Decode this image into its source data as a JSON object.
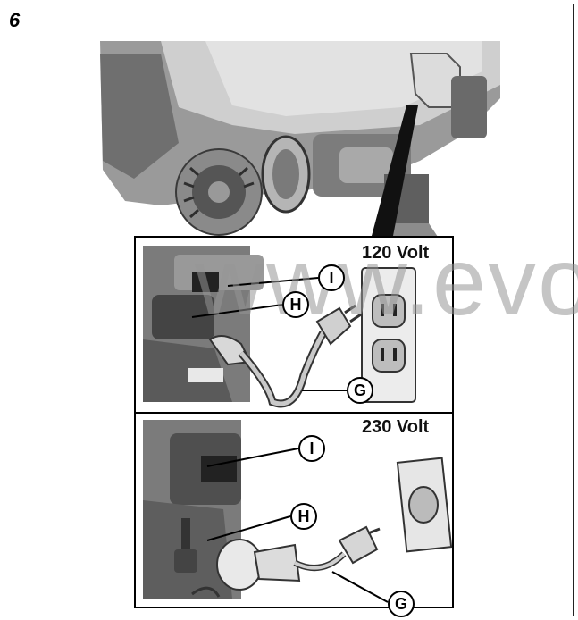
{
  "figure": {
    "number": "6"
  },
  "watermark": "www.evo",
  "panel_120": {
    "label": "120 Volt",
    "callouts": {
      "i": "I",
      "h": "H",
      "g": "G"
    }
  },
  "panel_230": {
    "label": "230 Volt",
    "callouts": {
      "i": "I",
      "h": "H",
      "g": "G"
    }
  }
}
